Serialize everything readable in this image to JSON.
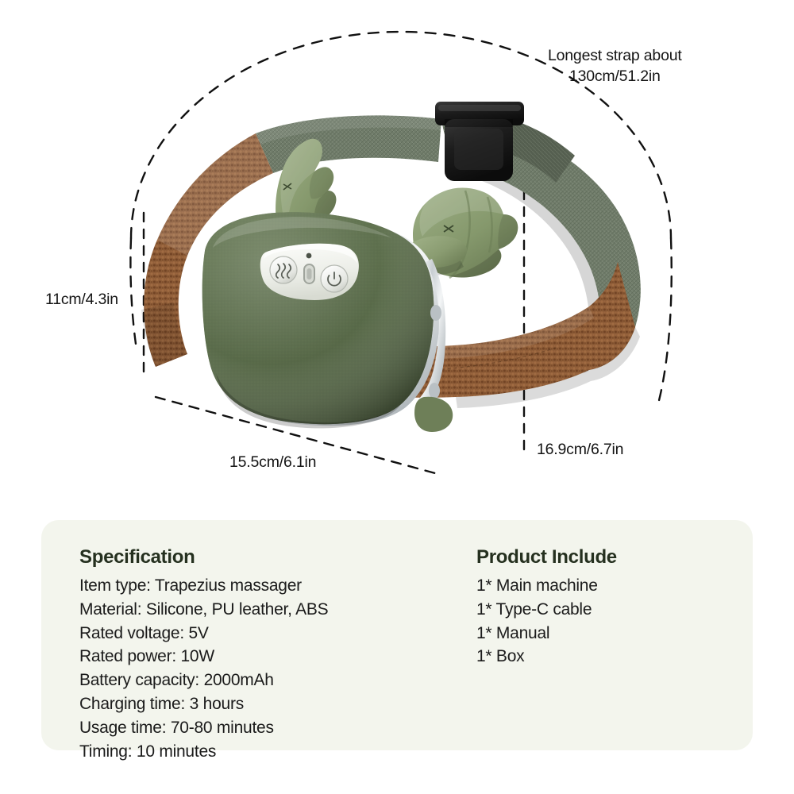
{
  "product": {
    "name": "Trapezius massager",
    "body_color": "#5d6f4c",
    "node_color": "#86996e",
    "leather_strap_color": "#8a5a36",
    "fabric_strap_color": "#6e7a68",
    "buckle_color": "#1c1c1c",
    "trim_color": "#d9dde0",
    "control_panel_color": "#f2f3ef",
    "controls": [
      {
        "name": "heat-button",
        "icon": "heat-waves-icon",
        "label": ""
      },
      {
        "name": "charging-port",
        "icon": "usb-c-port-icon",
        "label": ""
      },
      {
        "name": "power-button",
        "icon": "power-icon",
        "label": ""
      },
      {
        "name": "indicator-light",
        "icon": "led-indicator-icon",
        "label": ""
      }
    ]
  },
  "dimensions": {
    "strap_length": "Longest strap about\n130cm/51.2in",
    "strap_length_line1": "Longest strap about",
    "strap_length_line2": "130cm/51.2in",
    "height": "11cm/4.3in",
    "width": "15.5cm/6.1in",
    "depth": "16.9cm/6.7in"
  },
  "panel": {
    "background": "#f3f5ed",
    "specification": {
      "heading": "Specification",
      "items": [
        "Item type: Trapezius massager",
        "Material: Silicone, PU leather, ABS",
        "Rated voltage: 5V",
        "Rated power: 10W",
        "Battery capacity: 2000mAh",
        "Charging time: 3 hours",
        "Usage time: 70-80 minutes",
        "Timing: 10 minutes"
      ]
    },
    "product_include": {
      "heading": "Product Include",
      "items": [
        "1* Main machine",
        "1* Type-C cable",
        "1* Manual",
        "1* Box"
      ]
    }
  }
}
